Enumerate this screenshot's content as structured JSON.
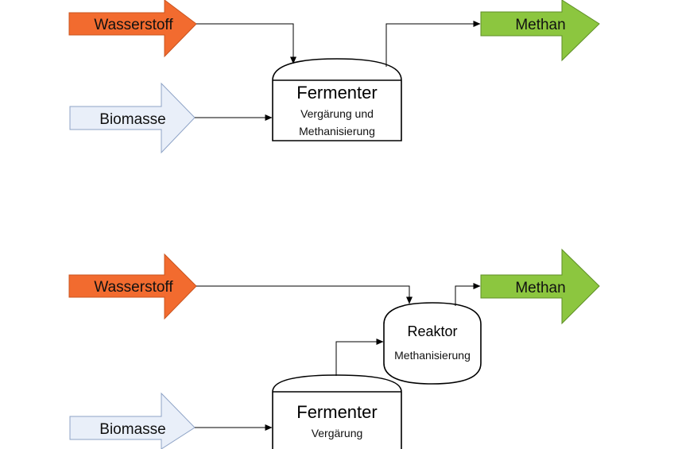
{
  "colors": {
    "hydrogen": "#f26b2f",
    "hydrogen_stroke": "#c9541f",
    "biomass": "#e9eff9",
    "biomass_stroke": "#8ea3c6",
    "methane": "#8cc63f",
    "methane_stroke": "#5f8f27",
    "line": "#000000"
  },
  "diagram_top": {
    "hydrogen_label": "Wasserstoff",
    "biomass_label": "Biomasse",
    "methane_label": "Methan",
    "fermenter": {
      "title": "Fermenter",
      "line1": "Vergärung und",
      "line2": "Methanisierung"
    }
  },
  "diagram_bottom": {
    "hydrogen_label": "Wasserstoff",
    "biomass_label": "Biomasse",
    "methane_label": "Methan",
    "reactor": {
      "title": "Reaktor",
      "subtitle": "Methanisierung"
    },
    "fermenter": {
      "title": "Fermenter",
      "subtitle": "Vergärung"
    }
  }
}
